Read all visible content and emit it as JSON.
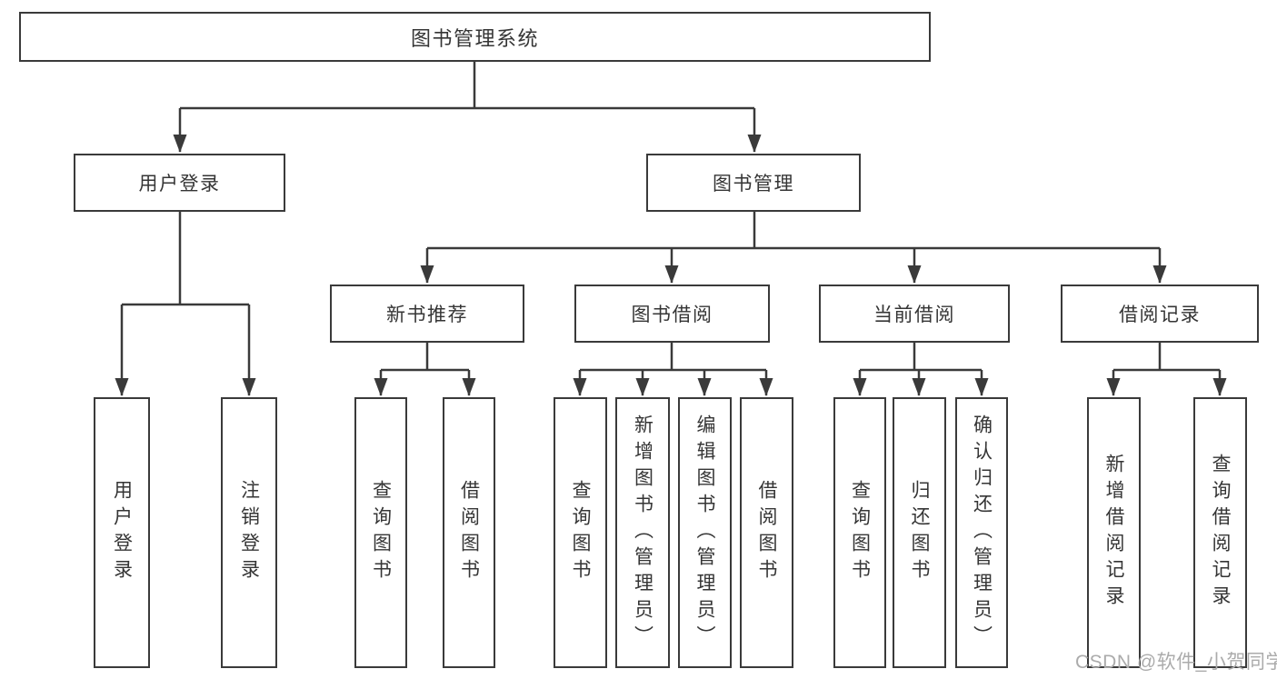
{
  "tree": {
    "root": "图书管理系统",
    "branches": [
      {
        "label": "用户登录",
        "children": [
          {
            "label": "用户登录"
          },
          {
            "label": "注销登录"
          }
        ]
      },
      {
        "label": "图书管理",
        "children": [
          {
            "label": "新书推荐",
            "children": [
              {
                "label": "查询图书"
              },
              {
                "label": "借阅图书"
              }
            ]
          },
          {
            "label": "图书借阅",
            "children": [
              {
                "label": "查询图书"
              },
              {
                "label": "新增图书（管理员）"
              },
              {
                "label": "编辑图书（管理员）"
              },
              {
                "label": "借阅图书"
              }
            ]
          },
          {
            "label": "当前借阅",
            "children": [
              {
                "label": "查询图书"
              },
              {
                "label": "归还图书"
              },
              {
                "label": "确认归还（管理员）"
              }
            ]
          },
          {
            "label": "借阅记录",
            "children": [
              {
                "label": "新增借阅记录"
              },
              {
                "label": "查询借阅记录"
              }
            ]
          }
        ]
      }
    ]
  },
  "watermark": {
    "text": "CSDN @软件_小贺同学"
  },
  "colors": {
    "line": "#3a3a3a",
    "box_border": "#3a3a3a",
    "text": "#353535",
    "background": "#ffffff",
    "watermark": "#ababab"
  }
}
